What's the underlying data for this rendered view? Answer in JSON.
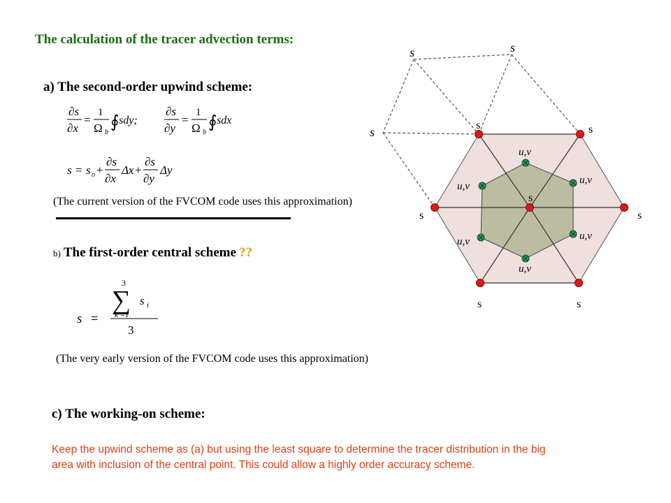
{
  "page": {
    "title": "The calculation of the tracer advection terms:",
    "section_a": {
      "heading": "a) The second-order upwind scheme:",
      "eq1": {
        "ds": "∂s",
        "dx": "∂x",
        "eq": "=",
        "one": "1",
        "omega": "Ω",
        "omega_sub": "b",
        "oint": "∮",
        "integrand": "sdy;"
      },
      "eq2": {
        "ds": "∂s",
        "dy": "∂y",
        "eq": "=",
        "one": "1",
        "omega": "Ω",
        "omega_sub": "b",
        "oint": "∮",
        "integrand": "sdx"
      },
      "eq3": {
        "lhs": "s",
        "eq": "=",
        "s0": "s",
        "s0_sub": "o",
        "plus1": "+",
        "ds": "∂s",
        "dx": "∂x",
        "delta_x": "Δx",
        "plus2": "+",
        "dy": "∂y",
        "delta_y": "Δy"
      },
      "note": "(The current version of  the FVCOM code uses this approximation)"
    },
    "section_b": {
      "prefix": "b)",
      "heading": "The first-order central scheme",
      "qmarks": "??",
      "eq": {
        "lhs": "s",
        "eq": "=",
        "sum": "∑",
        "upper": "3",
        "lower": "k =1",
        "term": "s",
        "term_sub": "i",
        "denominator": "3"
      },
      "note": "(The very early version of  the FVCOM code uses this approximation)"
    },
    "section_c": {
      "heading": "c) The working-on scheme:",
      "text_line1": "Keep the upwind scheme as (a) but using the least square to determine the tracer distribution in the big",
      "text_line2": "area  with inclusion of the central point. This could allow a highly order accuracy scheme."
    }
  },
  "diagram": {
    "colors": {
      "hexagon_fill": "#efdfdf",
      "inner_fill": "#bcbca0",
      "node_red": "#e01818",
      "node_green": "#2d9a58"
    },
    "labels": {
      "s_top_left": "s",
      "s_top": "s",
      "s_left": "s",
      "s_hex_top_left": "s",
      "s_hex_top_right": "s",
      "s_center": "s",
      "s_hex_left": "s",
      "s_hex_right": "s",
      "s_hex_bottom_left": "s",
      "s_hex_bottom_right": "s",
      "uv_top": "u,v",
      "uv_upper_left": "u,v",
      "uv_upper_right": "u,v",
      "uv_lower_left": "u,v",
      "uv_lower_right": "u,v",
      "uv_bottom": "u,v"
    }
  }
}
